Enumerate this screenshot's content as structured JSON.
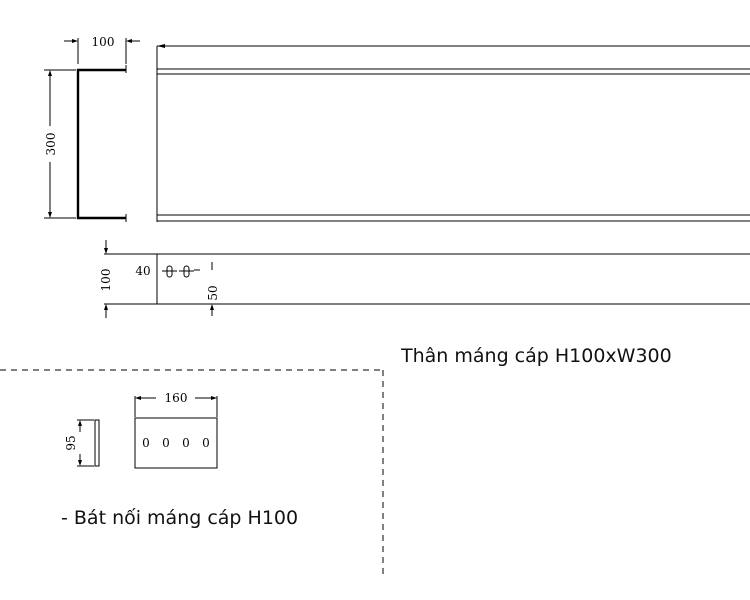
{
  "labels": {
    "profile_width": "100",
    "profile_height": "300",
    "side_height": "100",
    "hole_offset": "40",
    "hole_spacing": "50",
    "connector_width": "160",
    "connector_height": "95",
    "connector_hole_label": "0"
  },
  "captions": {
    "tray_body": "Thân máng cáp H100xW300",
    "connector": "- Bát nối máng cáp H100"
  }
}
